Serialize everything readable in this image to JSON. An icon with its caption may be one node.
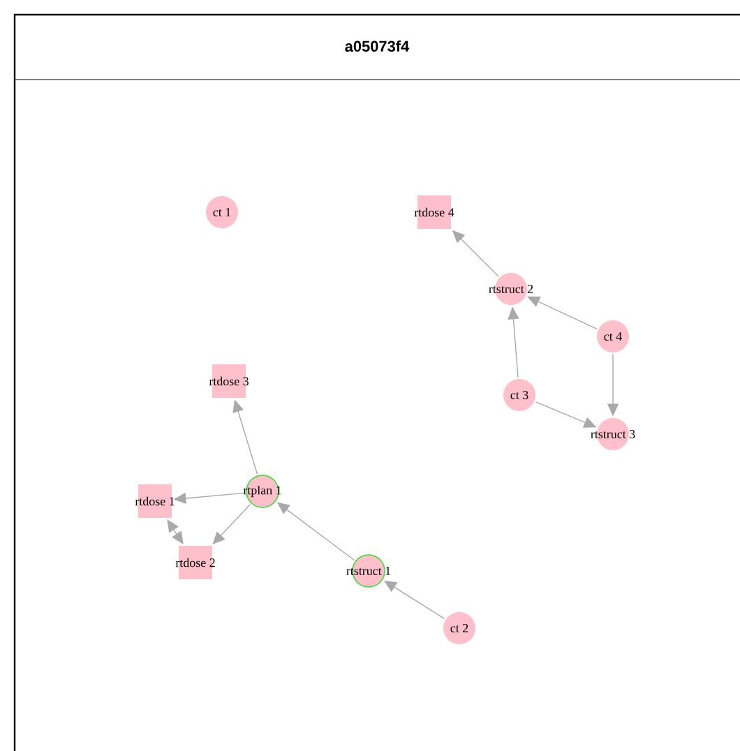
{
  "diagram": {
    "title": "a05073f4",
    "nodes": [
      {
        "text": [
          "ct 1"
        ]
      },
      {
        "text": [
          "rtdose 4"
        ]
      },
      {
        "text": [
          "rtstruct 2"
        ]
      },
      {
        "text": [
          "ct 4"
        ]
      },
      {
        "text": [
          "rtdose 3"
        ]
      },
      {
        "text": [
          "ct 3"
        ]
      },
      {
        "text": [
          "rtstruct 3"
        ]
      },
      {
        "text": [
          "rtdose 1"
        ]
      },
      {
        "text": [
          "rtplan 1"
        ]
      },
      {
        "text": [
          "rtdose 2"
        ]
      },
      {
        "text": [
          "rtstruct 1"
        ]
      },
      {
        "text": [
          "ct 2"
        ]
      }
    ],
    "edges": [
      {
        "from": 2,
        "to": 1,
        "arrow": "to"
      },
      {
        "from": 3,
        "to": 2,
        "arrow": "to"
      },
      {
        "from": 5,
        "to": 2,
        "arrow": "to"
      },
      {
        "from": 5,
        "to": 6,
        "arrow": "to"
      },
      {
        "from": 3,
        "to": 6,
        "arrow": "to"
      },
      {
        "from": 8,
        "to": 4,
        "arrow": "to"
      },
      {
        "from": 8,
        "to": 7,
        "arrow": "to"
      },
      {
        "from": 8,
        "to": 9,
        "arrow": "to"
      },
      {
        "from": 7,
        "to": 9,
        "arrow": "both"
      },
      {
        "from": 10,
        "to": 8,
        "arrow": "to"
      },
      {
        "from": 11,
        "to": 10,
        "arrow": "to"
      }
    ]
  }
}
